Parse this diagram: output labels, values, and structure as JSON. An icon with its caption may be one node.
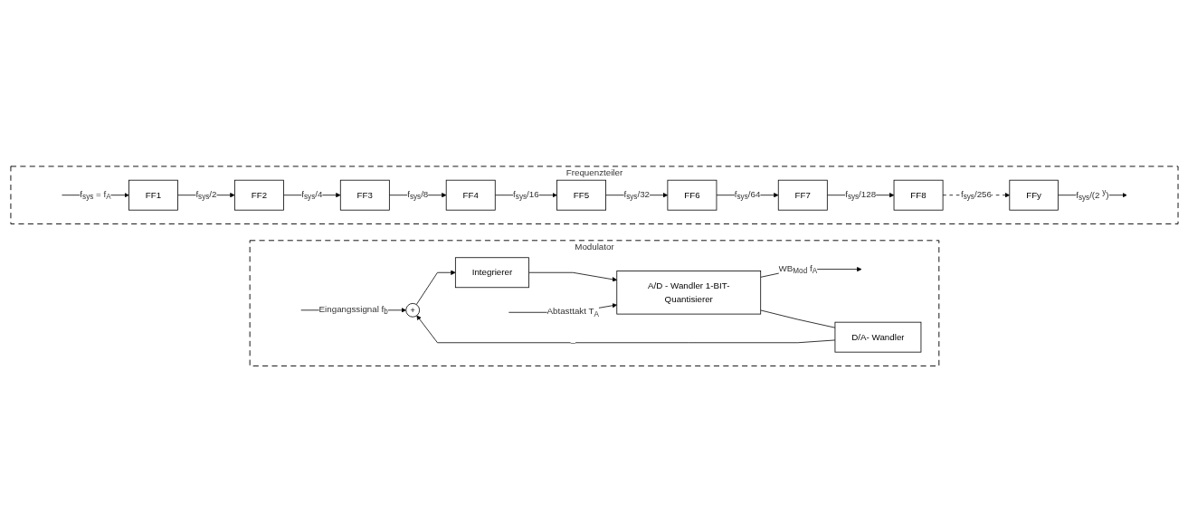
{
  "diagram": {
    "nodes": [
      {
        "text": [
          "Modulator"
        ]
      },
      {
        "text": [
          "+"
        ],
        "in": 0
      },
      {
        "text": [
          "Integrierer"
        ],
        "in": 0
      },
      {
        "text": [
          "A/D - Wandler 1-BIT-Quantisierer"
        ],
        "in": 0
      },
      {
        "text": [
          "D/A- Wandler"
        ],
        "in": 0
      },
      {
        "text": [
          "Frequenzteiler"
        ]
      },
      {
        "text": [
          "FF1"
        ],
        "in": 5
      },
      {
        "text": [
          "FF2"
        ],
        "in": 5
      },
      {
        "text": [
          "FF3"
        ],
        "in": 5
      },
      {
        "text": [
          "FF4"
        ],
        "in": 5
      },
      {
        "text": [
          "FF5"
        ],
        "in": 5
      },
      {
        "text": [
          "FF6"
        ],
        "in": 5
      },
      {
        "text": [
          "FF7"
        ],
        "in": 5
      },
      {
        "text": [
          "FF8"
        ],
        "in": 5
      },
      {
        "text": [
          "FFy"
        ],
        "in": 5
      }
    ],
    "edges": [
      {
        "from": null,
        "to": 1,
        "arrow": "to",
        "label": "Eingangssignal f$_{b}$"
      },
      {
        "from": 1,
        "to": 2,
        "arrow": "to"
      },
      {
        "from": 2,
        "to": 3,
        "arrow": "to"
      },
      {
        "from": null,
        "to": 3,
        "arrow": "to",
        "label": "Abtasttakt T$_{A}$"
      },
      {
        "from": 3,
        "to": null,
        "arrow": "to",
        "label": "WB$_{Mod}$ f$_{A}$"
      },
      {
        "from": 3,
        "to": 4,
        "arrow": "none"
      },
      {
        "from": 4,
        "to": 1,
        "arrow": "to",
        "label": "–"
      },
      {
        "from": null,
        "to": 6,
        "arrow": "to",
        "label": "f$_{sys}$ = f$_{A}$"
      },
      {
        "from": 6,
        "to": 7,
        "arrow": "to",
        "label": "f$_{sys}$/2"
      },
      {
        "from": 7,
        "to": 8,
        "arrow": "to",
        "label": "f$_{sys}$/4"
      },
      {
        "from": 8,
        "to": 9,
        "arrow": "to",
        "label": "f$_{sys}$/8"
      },
      {
        "from": 9,
        "to": 10,
        "arrow": "to",
        "label": "f$_{sys}$/16"
      },
      {
        "from": 10,
        "to": 11,
        "arrow": "to",
        "label": "f$_{sys}$/32"
      },
      {
        "from": 11,
        "to": 12,
        "arrow": "to",
        "label": "f$_{sys}$/64"
      },
      {
        "from": 12,
        "to": 13,
        "arrow": "to",
        "label": "f$_{sys}$/128"
      },
      {
        "from": 13,
        "to": 14,
        "arrow": "to",
        "label": "f$_{sys}$/256",
        "style": "dashed"
      },
      {
        "from": 14,
        "to": null,
        "arrow": "to",
        "label": "f$_{sys}$/(2 $^{y}$)"
      }
    ]
  }
}
